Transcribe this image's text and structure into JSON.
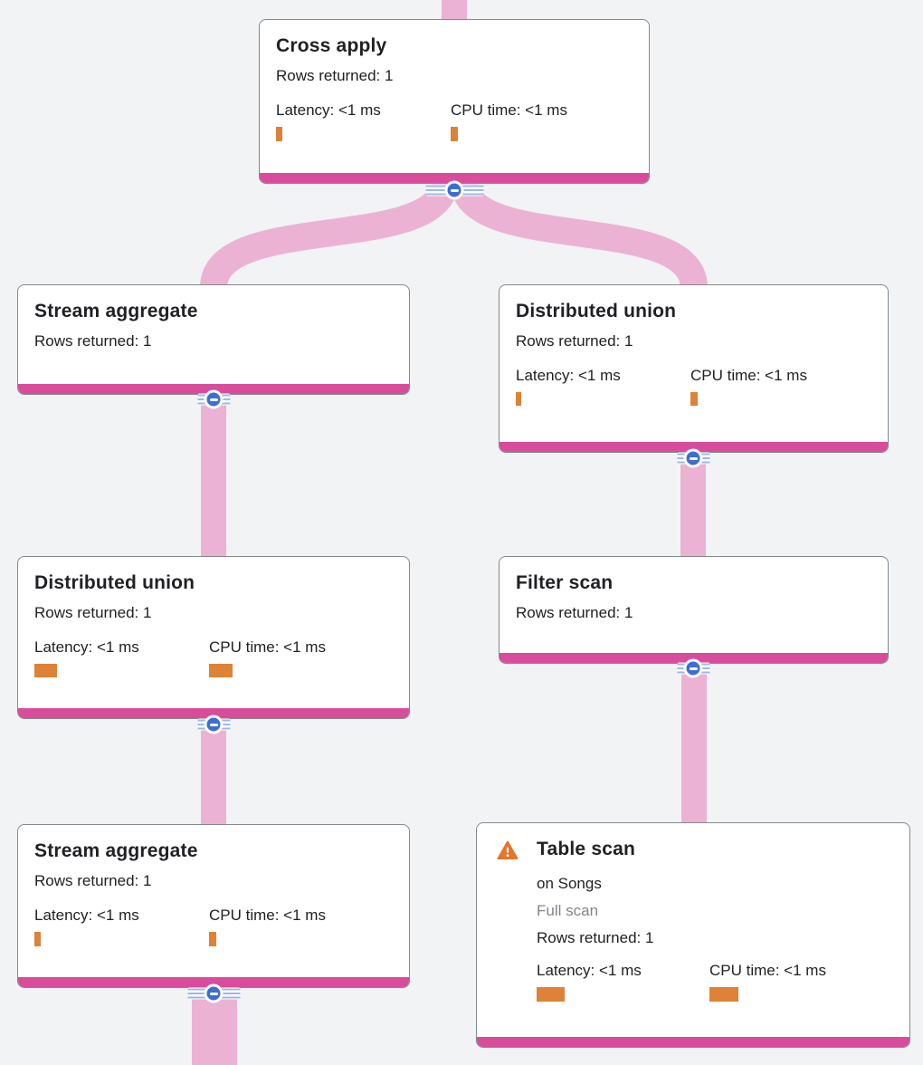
{
  "colors": {
    "background": "#f1f3f4",
    "card_bg": "#ffffff",
    "card_border": "#85898d",
    "accent_bar": "#d94c9c",
    "link": "#ecb2d4",
    "metric_bar": "#dd8236",
    "button_blue": "#3d6fd2",
    "button_stripe": "#9db7ec",
    "text_primary": "#202124",
    "text_secondary": "#80868b",
    "warning_orange": "#e1762c"
  },
  "icons": {
    "collapse": "minus-circle-icon",
    "warning": "warning-triangle-icon"
  },
  "nodes": [
    {
      "id": "cross-apply",
      "title": "Cross apply",
      "rows_label": "Rows returned: 1",
      "latency_label": "Latency: <1 ms",
      "cpu_label": "CPU time: <1 ms",
      "latency_bar": {
        "w": 7,
        "h": 16
      },
      "cpu_bar": {
        "w": 8,
        "h": 16
      }
    },
    {
      "id": "stream-aggregate-top",
      "title": "Stream aggregate",
      "rows_label": "Rows returned: 1"
    },
    {
      "id": "distributed-union-right",
      "title": "Distributed union",
      "rows_label": "Rows returned: 1",
      "latency_label": "Latency: <1 ms",
      "cpu_label": "CPU time: <1 ms",
      "latency_bar": {
        "w": 6,
        "h": 15
      },
      "cpu_bar": {
        "w": 8,
        "h": 15
      }
    },
    {
      "id": "distributed-union-left",
      "title": "Distributed union",
      "rows_label": "Rows returned: 1",
      "latency_label": "Latency: <1 ms",
      "cpu_label": "CPU time: <1 ms",
      "latency_bar": {
        "w": 25,
        "h": 15
      },
      "cpu_bar": {
        "w": 26,
        "h": 15
      }
    },
    {
      "id": "filter-scan",
      "title": "Filter scan",
      "rows_label": "Rows returned: 1"
    },
    {
      "id": "stream-aggregate-bottom",
      "title": "Stream aggregate",
      "rows_label": "Rows returned: 1",
      "latency_label": "Latency: <1 ms",
      "cpu_label": "CPU time: <1 ms",
      "latency_bar": {
        "w": 7,
        "h": 16
      },
      "cpu_bar": {
        "w": 8,
        "h": 16
      }
    },
    {
      "id": "table-scan",
      "title": "Table scan",
      "has_warning": true,
      "scan_target": "on Songs",
      "scan_type": "Full scan",
      "rows_label": "Rows returned: 1",
      "latency_label": "Latency: <1 ms",
      "cpu_label": "CPU time: <1 ms",
      "latency_bar": {
        "w": 31,
        "h": 16
      },
      "cpu_bar": {
        "w": 32,
        "h": 16
      }
    }
  ],
  "edges": [
    {
      "from": "cross-apply",
      "to": "stream-aggregate-top"
    },
    {
      "from": "cross-apply",
      "to": "distributed-union-right"
    },
    {
      "from": "stream-aggregate-top",
      "to": "distributed-union-left"
    },
    {
      "from": "distributed-union-right",
      "to": "filter-scan"
    },
    {
      "from": "distributed-union-left",
      "to": "stream-aggregate-bottom"
    },
    {
      "from": "filter-scan",
      "to": "table-scan"
    }
  ]
}
